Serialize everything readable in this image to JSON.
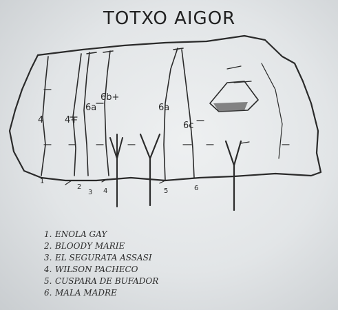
{
  "title": "TOTXO AIGOR",
  "grades": {
    "route1": "4",
    "route2": "4+",
    "route3": "6a",
    "route4": "6b+",
    "route5": "6a",
    "route6": "6c"
  },
  "route_numbers": [
    "1",
    "2",
    "3",
    "4",
    "5",
    "6"
  ],
  "legend": [
    {
      "num": "1.",
      "name": "ENOLA GAY"
    },
    {
      "num": "2.",
      "name": "BLOODY MARIE"
    },
    {
      "num": "3.",
      "name": "EL SEGURATA ASSASI"
    },
    {
      "num": "4.",
      "name": "WILSON PACHECO"
    },
    {
      "num": "5.",
      "name": "CUSPARA DE BUFADOR"
    },
    {
      "num": "6.",
      "name": "MALA MADRE"
    }
  ],
  "colors": {
    "ink": "#2a2a2a",
    "paper": "#e6e8ea",
    "shade": "#555555"
  }
}
